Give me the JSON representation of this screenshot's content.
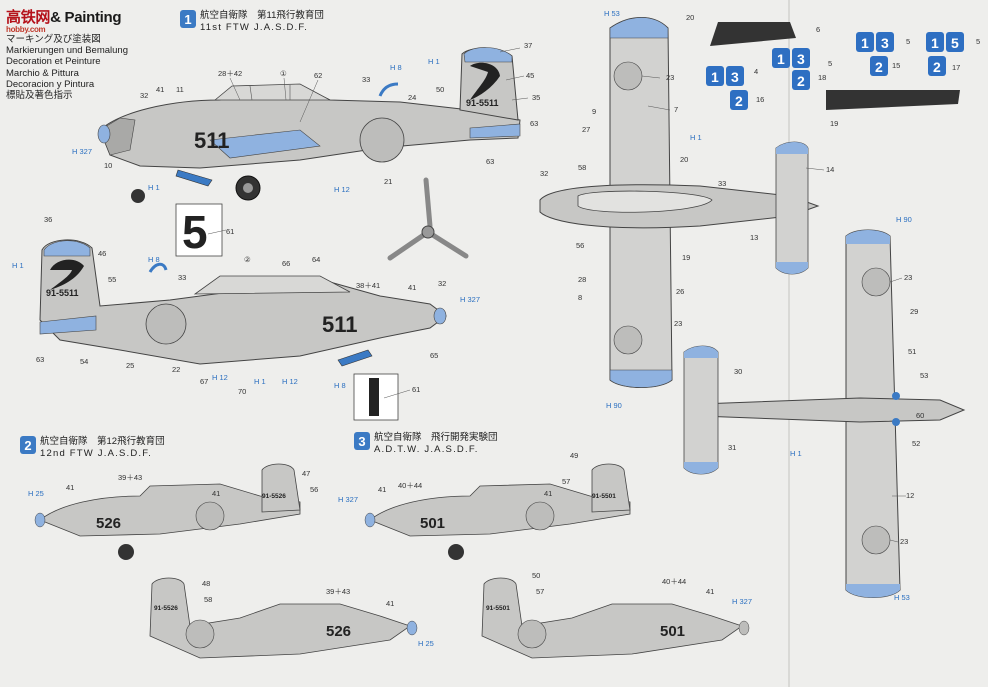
{
  "header": {
    "brand_site": "高铁网",
    "brand_title": "& Painting",
    "brand_url": "hobby.com",
    "line_jp": "マーキング及び塗装図",
    "line_de": "Markierungen und Bemalung",
    "line_fr": "Decoration et Peinture",
    "line_it": "Marchio & Pittura",
    "line_es": "Decoracion y Pintura",
    "line_cn": "標貼及著色指示"
  },
  "schemes": [
    {
      "num": "1",
      "title": "航空自衛隊　第11飛行教育団",
      "subtitle": "11st  FTW  J.A.S.D.F."
    },
    {
      "num": "2",
      "title": "航空自衛隊　第12飛行教育団",
      "subtitle": "12nd  FTW  J.A.S.D.F."
    },
    {
      "num": "3",
      "title": "航空自衛隊　飛行開発実験団",
      "subtitle": "A.D.T.W.  J.A.S.D.F."
    }
  ],
  "markings": {
    "tail_511": "91-5511",
    "tail_526": "91-5526",
    "tail_501": "91-5501",
    "fuselage_511": "511",
    "fuselage_526": "526",
    "fuselage_501": "501",
    "big_5": "5"
  },
  "callouts": {
    "c1": "①",
    "c2": "②",
    "c28_42": "28＋42",
    "c39_43": "39＋43",
    "c40_44": "40＋44",
    "c38_41": "38＋41",
    "n4": "4",
    "n5": "5",
    "n6": "6",
    "n7": "7",
    "n8": "8",
    "n9": "9",
    "n10": "10",
    "n11": "11",
    "n12": "12",
    "n13": "13",
    "n14": "14",
    "n15": "15",
    "n16": "16",
    "n17": "17",
    "n18": "18",
    "n19": "19",
    "n20": "20",
    "n21": "21",
    "n22": "22",
    "n23": "23",
    "n24": "24",
    "n25": "25",
    "n26": "26",
    "n27": "27",
    "n28": "28",
    "n29": "29",
    "n30": "30",
    "n31": "31",
    "n32": "32",
    "n33": "33",
    "n35": "35",
    "n36": "36",
    "n37": "37",
    "n41": "41",
    "n45": "45",
    "n46": "46",
    "n47": "47",
    "n48": "48",
    "n49": "49",
    "n50": "50",
    "n51": "51",
    "n52": "52",
    "n53": "53",
    "n54": "54",
    "n55": "55",
    "n56": "56",
    "n57": "57",
    "n58": "58",
    "n60": "60",
    "n61": "61",
    "n62": "62",
    "n63": "63",
    "n64": "64",
    "n65": "65",
    "n66": "66",
    "n67": "67",
    "n70": "70"
  },
  "color_codes": {
    "h1": "H 1",
    "h8": "H 8",
    "h12": "H 12",
    "h25": "H 25",
    "h53": "H 53",
    "h90": "H 90",
    "h327": "H 327"
  },
  "decal_key": {
    "a": "1",
    "b": "3",
    "c": "2",
    "d": "5"
  },
  "colors": {
    "light_blue": "#8fb2e0",
    "callout_blue": "#2a6fc0",
    "scheme_badge": "#3b7ac4",
    "aircraft_gray": "#bdbdbb",
    "dark_gray": "#555555"
  }
}
